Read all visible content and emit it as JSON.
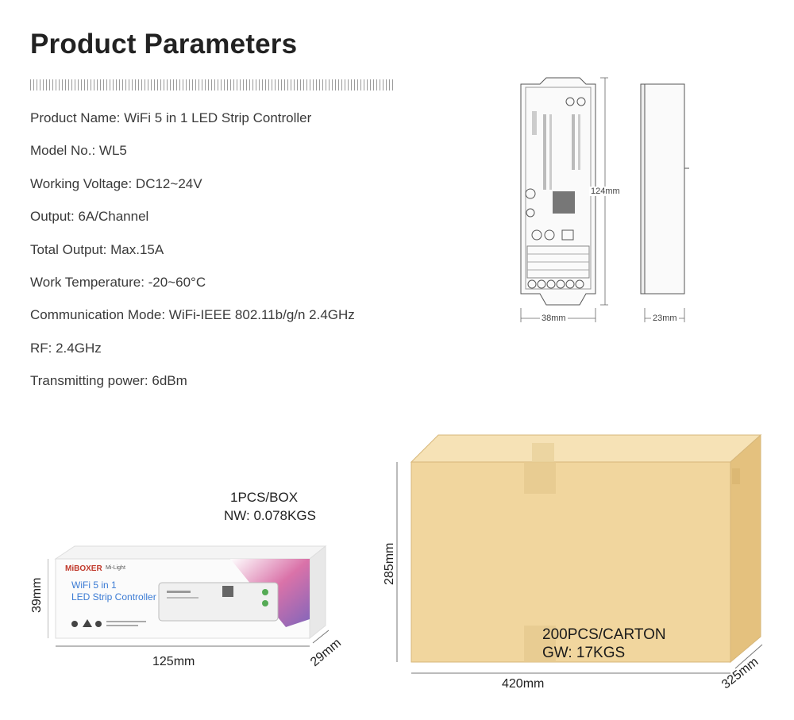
{
  "header": {
    "title": "Product Parameters"
  },
  "params": [
    "Product Name: WiFi 5 in 1 LED Strip Controller",
    "Model No.: WL5",
    "Working Voltage: DC12~24V",
    "Output: 6A/Channel",
    "Total Output: Max.15A",
    "Work Temperature: -20~60°C",
    "Communication Mode: WiFi-IEEE 802.11b/g/n 2.4GHz",
    "RF: 2.4GHz",
    "Transmitting power: 6dBm"
  ],
  "drawing": {
    "height": "124mm",
    "width": "38mm",
    "depth": "23mm"
  },
  "box": {
    "qty": "1PCS/BOX",
    "nw": "NW: 0.078KGS",
    "height": "39mm",
    "length": "125mm",
    "depth": "29mm",
    "brand": "MiBOXER",
    "sub_brand": "Mi-Light",
    "product_line1": "WiFi 5 in 1",
    "product_line2": "LED Strip Controller"
  },
  "carton": {
    "height": "285mm",
    "length": "420mm",
    "depth": "325mm",
    "qty": "200PCS/CARTON",
    "gw": "GW: 17KGS"
  },
  "colors": {
    "carton_front": "#f1d69e",
    "carton_side": "#e4c17e",
    "carton_top": "#f6e2b6"
  }
}
